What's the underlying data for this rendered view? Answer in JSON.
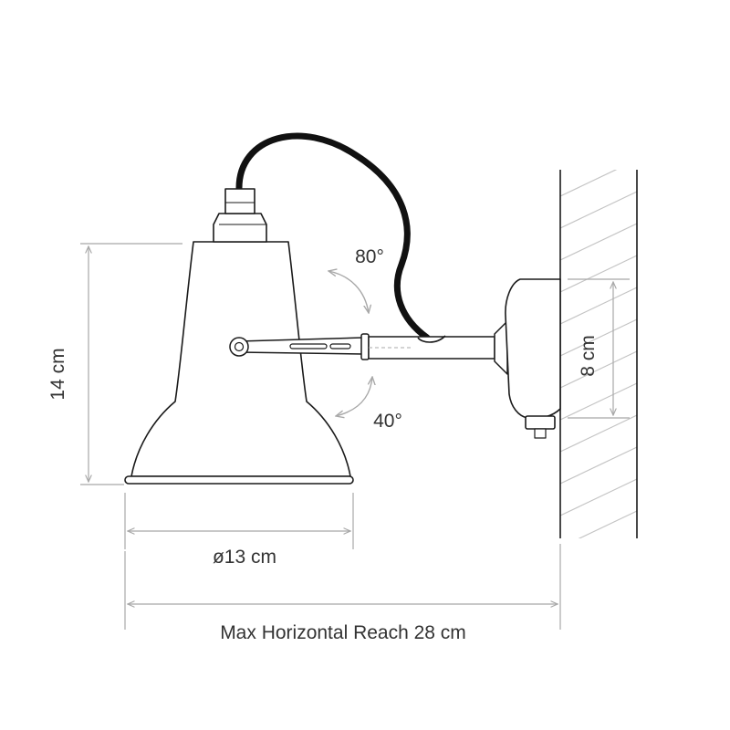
{
  "labels": {
    "height": "14 cm",
    "diameter": "ø13 cm",
    "reach": "Max Horizontal Reach 28 cm",
    "plate_height": "8 cm",
    "tilt_up": "80°",
    "tilt_down": "40°"
  },
  "colors": {
    "outline": "#1a1a1a",
    "dimension": "#a8a8a8",
    "text": "#333333",
    "cable": "#111111",
    "hatch": "#c4c4c4"
  },
  "icons": {
    "tilt_up_arrow": "curved-double-arrow-icon",
    "tilt_down_arrow": "curved-double-arrow-icon"
  }
}
